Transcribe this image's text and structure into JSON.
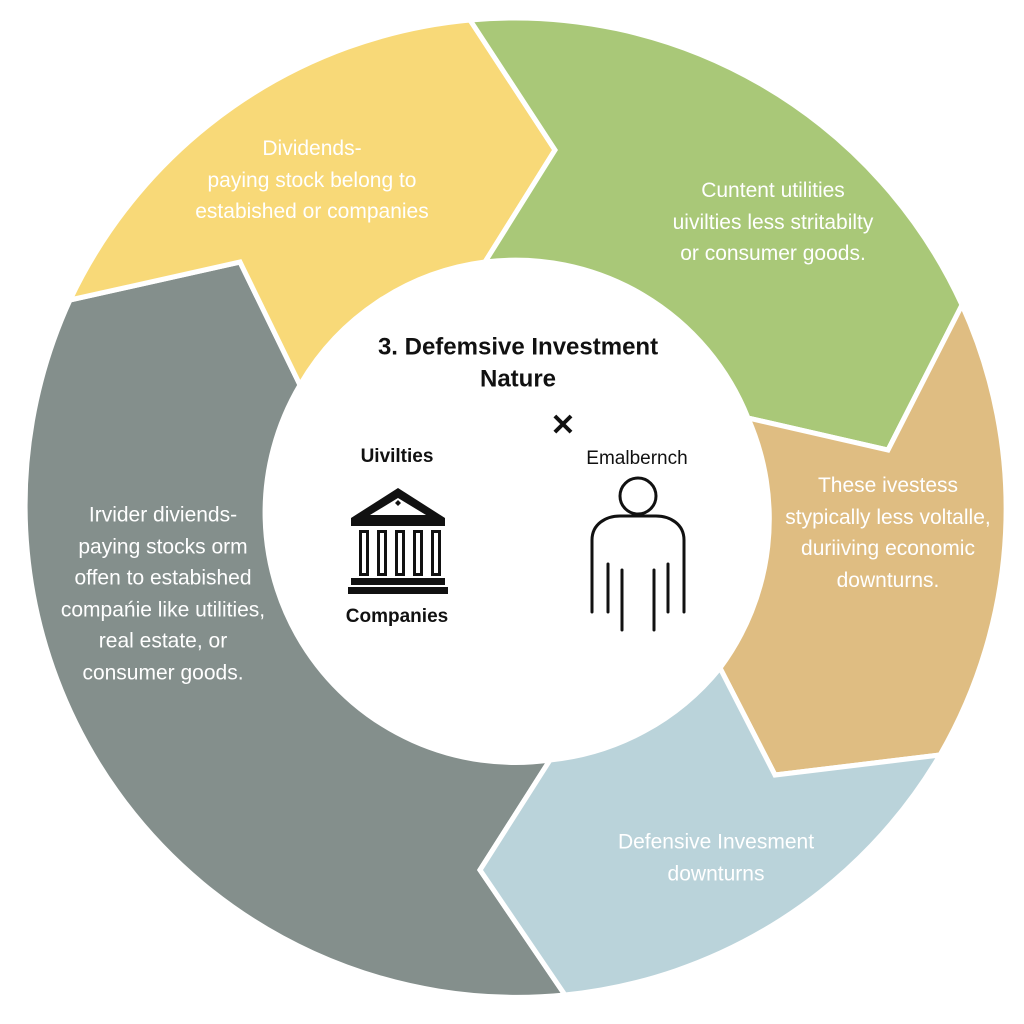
{
  "segments": [
    {
      "id": "yellow",
      "color": "#F8D978",
      "lines": [
        "Dividends-",
        "paying stock belong to",
        "estabished or companies"
      ]
    },
    {
      "id": "green",
      "color": "#A9C878",
      "lines": [
        "Cuntent utilities",
        "uivilties less stritabilty",
        "or consumer goods."
      ]
    },
    {
      "id": "tan",
      "color": "#DFBD82",
      "lines": [
        "These ivestess",
        "stypically less voltalle,",
        "duriiving economic",
        "downturns."
      ]
    },
    {
      "id": "blue",
      "color": "#BAD3DA",
      "lines": [
        "Defensive Invesment",
        "downturns"
      ]
    },
    {
      "id": "gray",
      "color": "#848F8C",
      "lines": [
        "Irvider diviends-",
        "paying stocks orm",
        "offen to estabished",
        "compańie like utilities,",
        "real estate, or",
        "consumer goods."
      ]
    }
  ],
  "center": {
    "title_line1": "3. Defemsive Investment",
    "title_line2": "Nature",
    "close_symbol": "✕",
    "left_top_label": "Uivilties",
    "left_bottom_label": "Companies",
    "right_label": "Emalbernch",
    "left_icon": "bank-building-icon",
    "right_icon": "person-icon"
  }
}
